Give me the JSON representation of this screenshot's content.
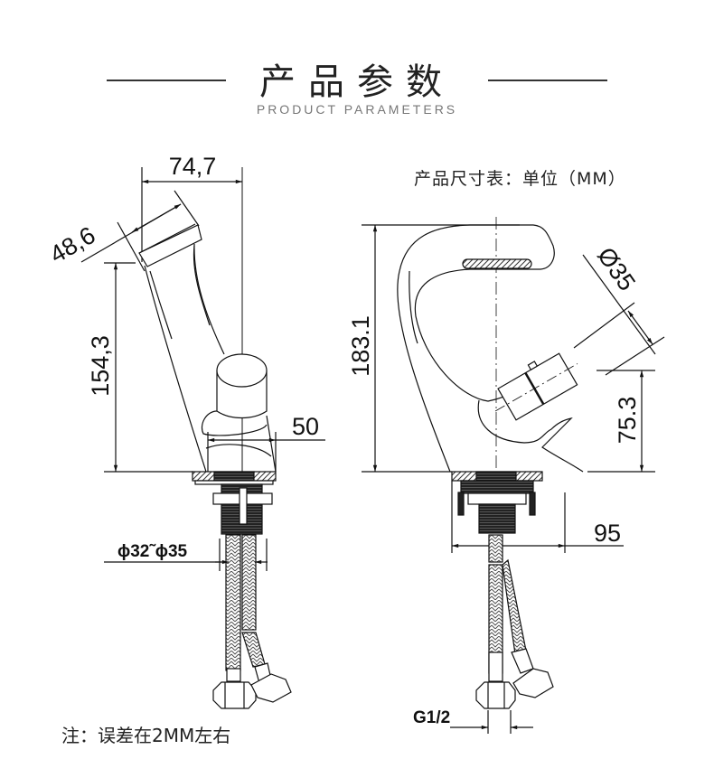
{
  "header": {
    "title": "产品参数",
    "subtitle": "PRODUCT PARAMETERS"
  },
  "unit_label": "产品尺寸表：单位（MM）",
  "left_view": {
    "width_top": "74,7",
    "spout_diameter": "48,6",
    "height": "154,3",
    "base_width": "50",
    "hole_diameter": "ϕ32˜ϕ35"
  },
  "right_view": {
    "height": "183.1",
    "handle_diameter": "Ø35",
    "handle_height": "75.3",
    "reach": "95",
    "thread": "G1/2"
  },
  "note": "注：误差在2MM左右"
}
